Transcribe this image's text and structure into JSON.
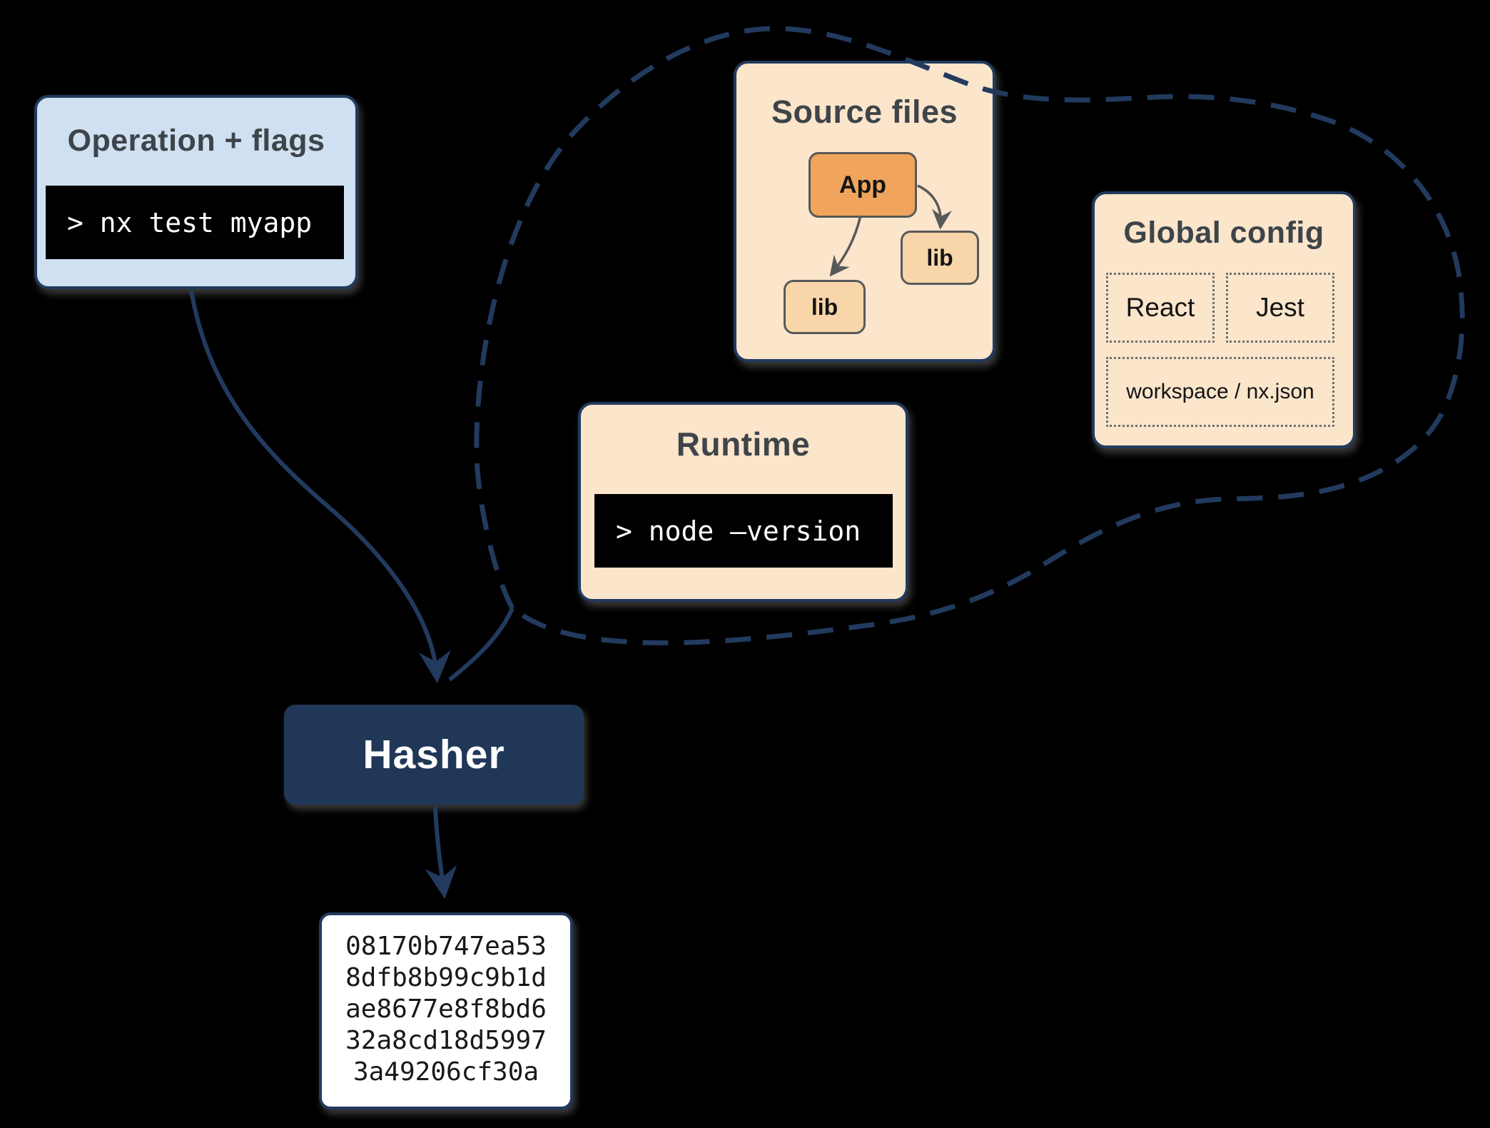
{
  "colors": {
    "navy": "#223a5e",
    "light_blue": "#cfe0f2",
    "peach": "#fbe5cb",
    "orange": "#f1a55c",
    "light_orange": "#f8d6a9",
    "terminal_bg": "#010101",
    "terminal_text": "#ffffff",
    "title_text": "#3e4449",
    "node_border_gray": "#58595b"
  },
  "operation": {
    "title": "Operation + flags",
    "command": "> nx test myapp"
  },
  "cloud": {
    "source_files": {
      "title": "Source files",
      "nodes": {
        "app": "App",
        "lib_left": "lib",
        "lib_right": "lib"
      }
    },
    "global_config": {
      "title": "Global config",
      "items": [
        "React",
        "Jest",
        "workspace / nx.json"
      ]
    },
    "runtime": {
      "title": "Runtime",
      "command": "> node –version"
    }
  },
  "hasher": {
    "label": "Hasher"
  },
  "hash_output": {
    "lines": [
      "08170b747ea53",
      "8dfb8b99c9b1d",
      "ae8677e8f8bd6",
      "32a8cd18d5997",
      "3a49206cf30a"
    ]
  }
}
